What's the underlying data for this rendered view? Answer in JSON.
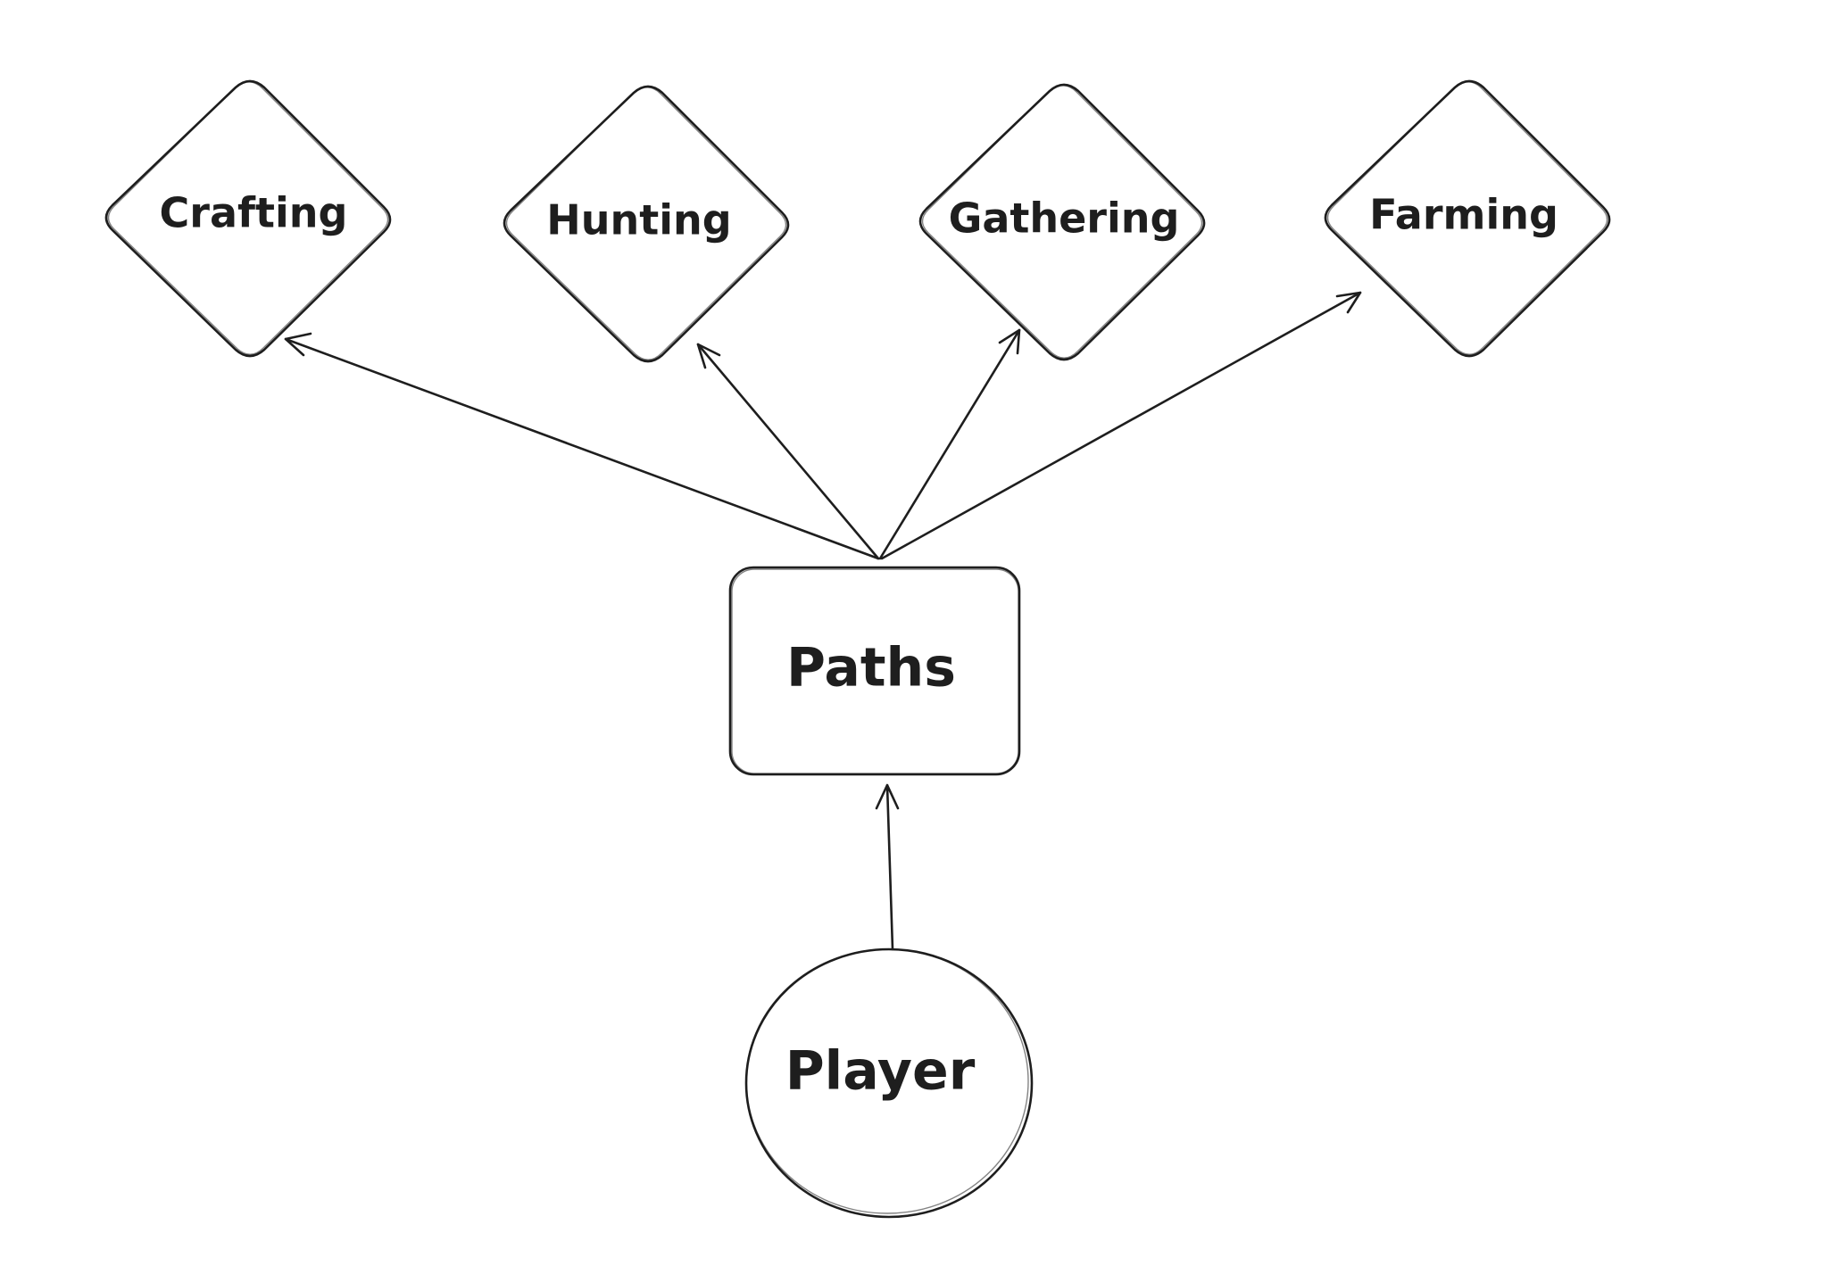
{
  "diagram": {
    "nodes": {
      "crafting": {
        "label": "Crafting",
        "shape": "diamond"
      },
      "hunting": {
        "label": "Hunting",
        "shape": "diamond"
      },
      "gathering": {
        "label": "Gathering",
        "shape": "diamond"
      },
      "farming": {
        "label": "Farming",
        "shape": "diamond"
      },
      "paths": {
        "label": "Paths",
        "shape": "rounded-rectangle"
      },
      "player": {
        "label": "Player",
        "shape": "circle"
      }
    },
    "edges": [
      {
        "from": "player",
        "to": "paths"
      },
      {
        "from": "paths",
        "to": "crafting"
      },
      {
        "from": "paths",
        "to": "hunting"
      },
      {
        "from": "paths",
        "to": "gathering"
      },
      {
        "from": "paths",
        "to": "farming"
      }
    ],
    "colors": {
      "stroke": "#1e1e1e",
      "background": "#ffffff"
    }
  }
}
